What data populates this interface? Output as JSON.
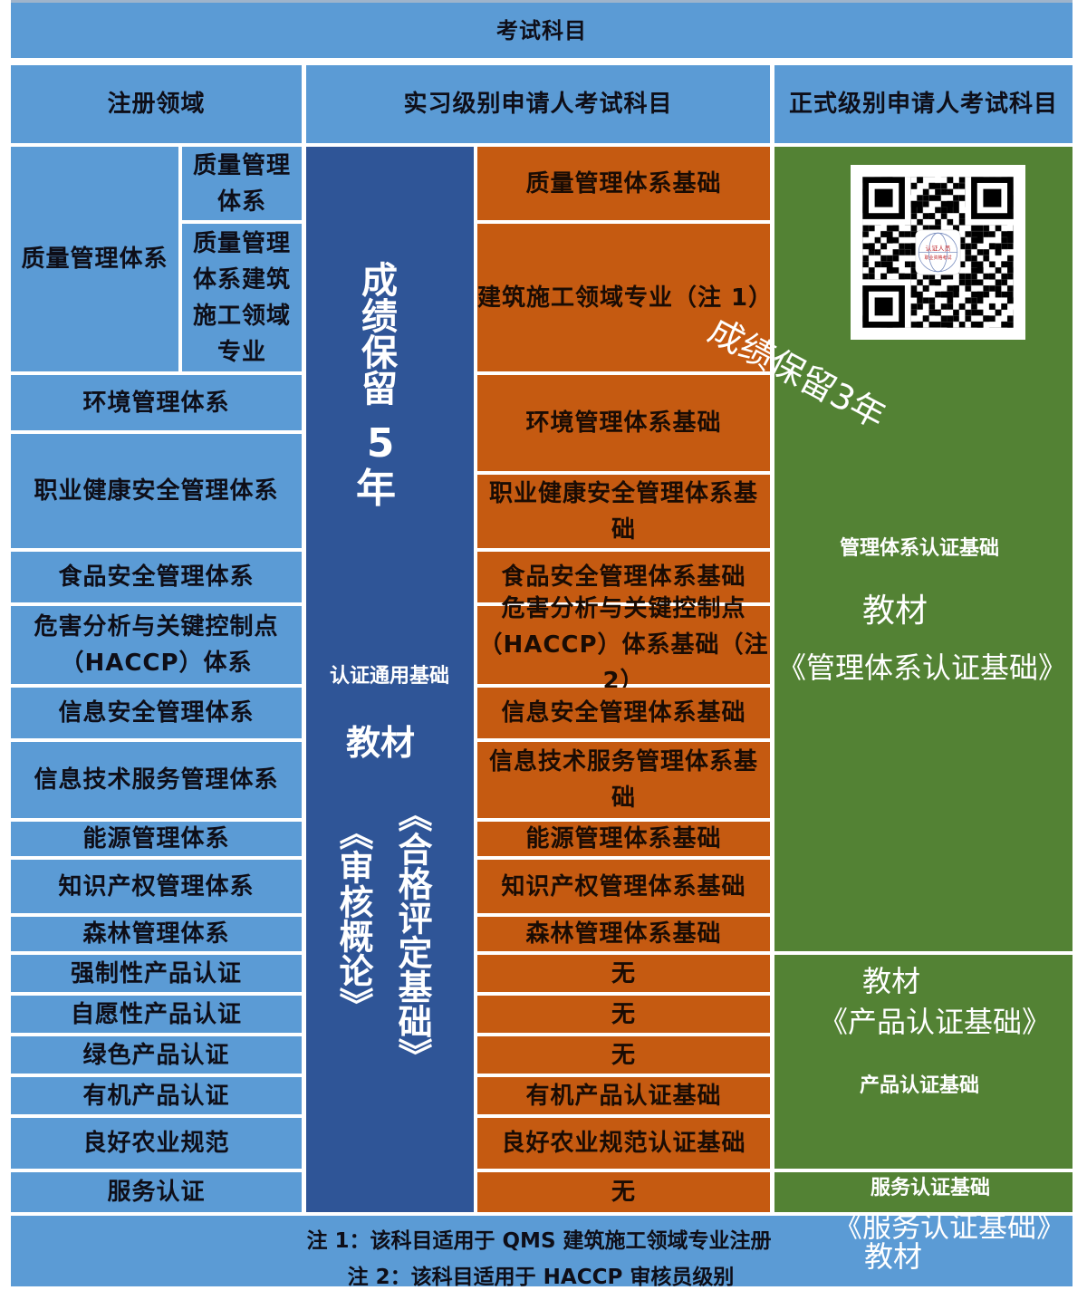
{
  "table": {
    "title": "考试科目",
    "headers": {
      "field": "注册领域",
      "intern": "实习级别申请人考试科目",
      "formal": "正式级别申请人考试科目"
    }
  },
  "fields": {
    "qms_group": "质量管理体系",
    "qms_sub": [
      "质量管理\n体系",
      "质量管理\n体系建筑\n施工领域\n专业"
    ],
    "rows": [
      "环境管理体系",
      "职业健康安全管理体系",
      "食品安全管理体系",
      "危害分析与关键控制点\n（HACCP）体系",
      "信息安全管理体系",
      "信息技术服务管理体系",
      "能源管理体系",
      "知识产权管理体系",
      "森林管理体系",
      "强制性产品认证",
      "自愿性产品认证",
      "绿色产品认证",
      "有机产品认证",
      "良好农业规范",
      "服务认证"
    ]
  },
  "intern_common": {
    "retention": "成绩保留",
    "retention_years": "5",
    "retention_unit": "年",
    "subject": "认证通用基础",
    "textbook_label": "教材",
    "books": [
      "《审核概论》",
      "《合格评定基础》"
    ]
  },
  "intern_subjects": [
    "质量管理体系基础",
    "建筑施工领域专业（注 1）",
    "环境管理体系基础",
    "职业健康安全管理体系基\n础",
    "食品安全管理体系基础",
    "危害分析与关键控制点\n（HACCP）体系基础（注 2）",
    "信息安全管理体系基础",
    "信息技术服务管理体系基\n础",
    "能源管理体系基础",
    "知识产权管理体系基础",
    "森林管理体系基础",
    "无",
    "无",
    "无",
    "有机产品认证基础",
    "良好农业规范认证基础",
    "无"
  ],
  "formal_subjects": {
    "management": {
      "subject": "管理体系认证基础",
      "textbook_label": "教材",
      "book": "《管理体系认证基础》"
    },
    "product": {
      "subject": "产品认证基础",
      "textbook_label": "教材",
      "book": "《产品认证基础》"
    },
    "service": {
      "subject": "服务认证基础",
      "textbook_label": "教材",
      "book": "《服务认证基础》"
    }
  },
  "formal_retention": "成绩保留3年",
  "qr_code": {
    "logo_line1": "认证人员",
    "logo_line2": "职业资格考试"
  },
  "notes": [
    "注 1：该科目适用于 QMS 建筑施工领域专业注册",
    "注 2：该科目适用于 HACCP 审核员级别"
  ],
  "colors": {
    "header_blue": "#5B9BD5",
    "common_blue": "#2F5597",
    "intern_orange": "#C55A11",
    "formal_green": "#538234"
  }
}
